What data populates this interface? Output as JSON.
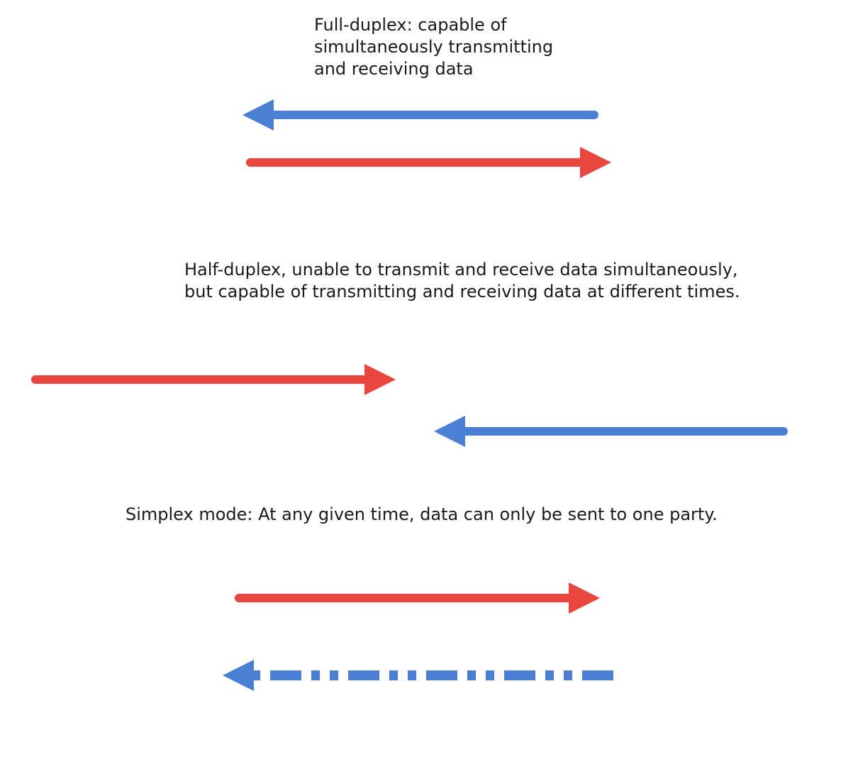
{
  "colors": {
    "red": "#e8463f",
    "blue": "#4a7fd4",
    "text": "#1a1a1a",
    "background": "#ffffff"
  },
  "sections": {
    "full_duplex": {
      "caption_lines": [
        "Full-duplex: capable of",
        "simultaneously transmitting",
        "and receiving data"
      ],
      "arrows": [
        {
          "color": "blue",
          "direction": "left",
          "style": "solid"
        },
        {
          "color": "red",
          "direction": "right",
          "style": "solid"
        }
      ]
    },
    "half_duplex": {
      "caption_lines": [
        "Half-duplex, unable to transmit and receive data simultaneously,",
        "but capable of transmitting and receiving data at different times."
      ],
      "arrows": [
        {
          "color": "red",
          "direction": "right",
          "style": "solid"
        },
        {
          "color": "blue",
          "direction": "left",
          "style": "solid"
        }
      ]
    },
    "simplex": {
      "caption_lines": [
        "Simplex mode: At any given time, data can only be sent to one party."
      ],
      "arrows": [
        {
          "color": "red",
          "direction": "right",
          "style": "solid"
        },
        {
          "color": "blue",
          "direction": "left",
          "style": "dash-dot"
        }
      ]
    }
  }
}
